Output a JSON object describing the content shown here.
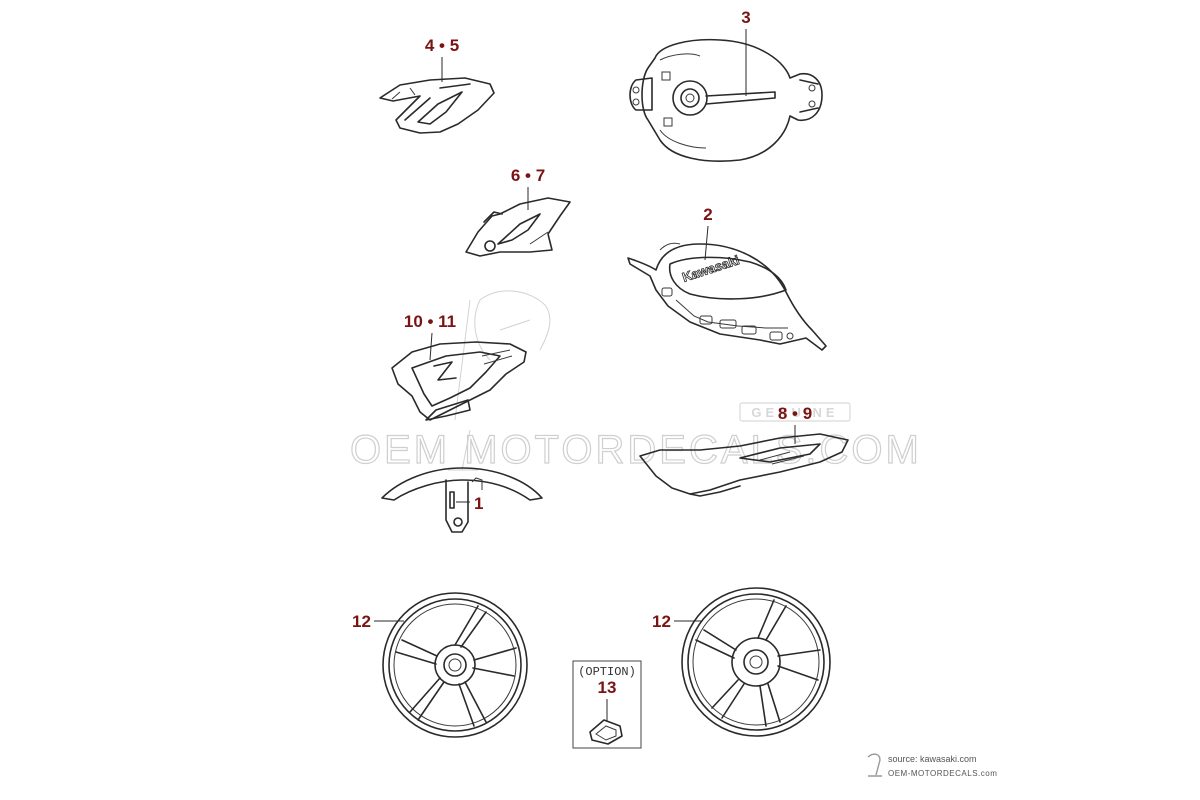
{
  "diagram": {
    "callouts": {
      "p45": "4 • 5",
      "p3": "3",
      "p67": "6 • 7",
      "p2": "2",
      "p1011": "10 • 11",
      "p89": "8 • 9",
      "p1": "1",
      "p12a": "12",
      "p12b": "12",
      "p13": "13"
    },
    "option_label": "(OPTION)",
    "tank_logo_text": "Kawasaki",
    "watermark": {
      "text": "OEM MOTORDECALS.COM",
      "stamp": "GENUINE"
    },
    "footer": {
      "source": "source: kawasaki.com",
      "site": "OEM-MOTORDECALS.com"
    },
    "colors": {
      "callout": "#7a1414",
      "line": "#2a2a2a",
      "watermark": "#cfcfcf"
    }
  }
}
